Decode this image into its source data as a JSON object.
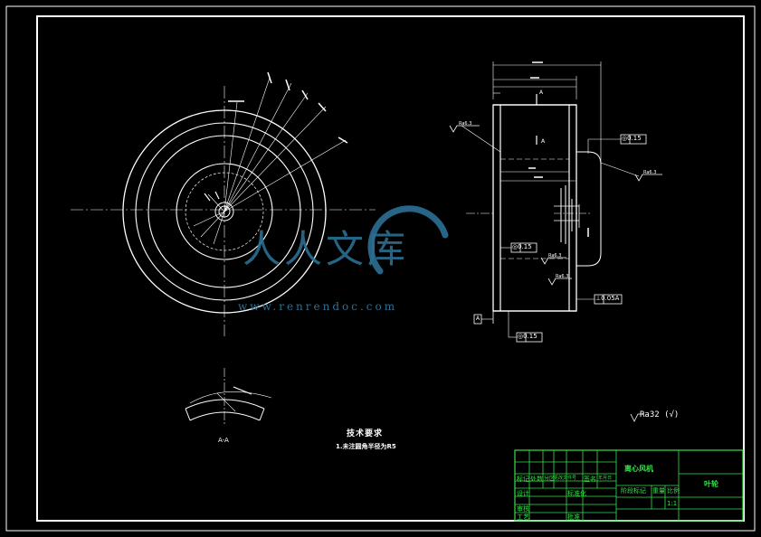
{
  "drawing": {
    "tech_req_title": "技术要求",
    "tech_req_item": "1.未注圆角半径为R5",
    "section_label": "A-A",
    "section_mark_top": "A",
    "section_mark_mid": "A",
    "datum_label": "A",
    "roughness_global": "Ra32  (√)",
    "roughness_local": "Ra6.3",
    "tol_coax_1": "◎0.15",
    "tol_coax_2": "◎0.15",
    "tol_coax_3": "◎0.15",
    "tol_perp": "⊥0.05A"
  },
  "title_block": {
    "part_name": "离心风机",
    "material_label": "叶轮",
    "scale_value": "1:1",
    "weight_label": "重量",
    "scale_label": "比例",
    "stage_label": "阶段标记",
    "row_labels": [
      "标记",
      "设计",
      "审核",
      "工艺"
    ],
    "col_labels": [
      "处数",
      "分区",
      "更改文件号",
      "签名",
      "年月日"
    ],
    "std_label": "标准化",
    "approve_label": "批准"
  },
  "watermark": {
    "brand": "人人文库",
    "url": "www.renrendoc.com"
  },
  "colors": {
    "background": "#000000",
    "lines": "#ffffff",
    "title_block": "#35e04a",
    "watermark": "#2b6f93"
  }
}
